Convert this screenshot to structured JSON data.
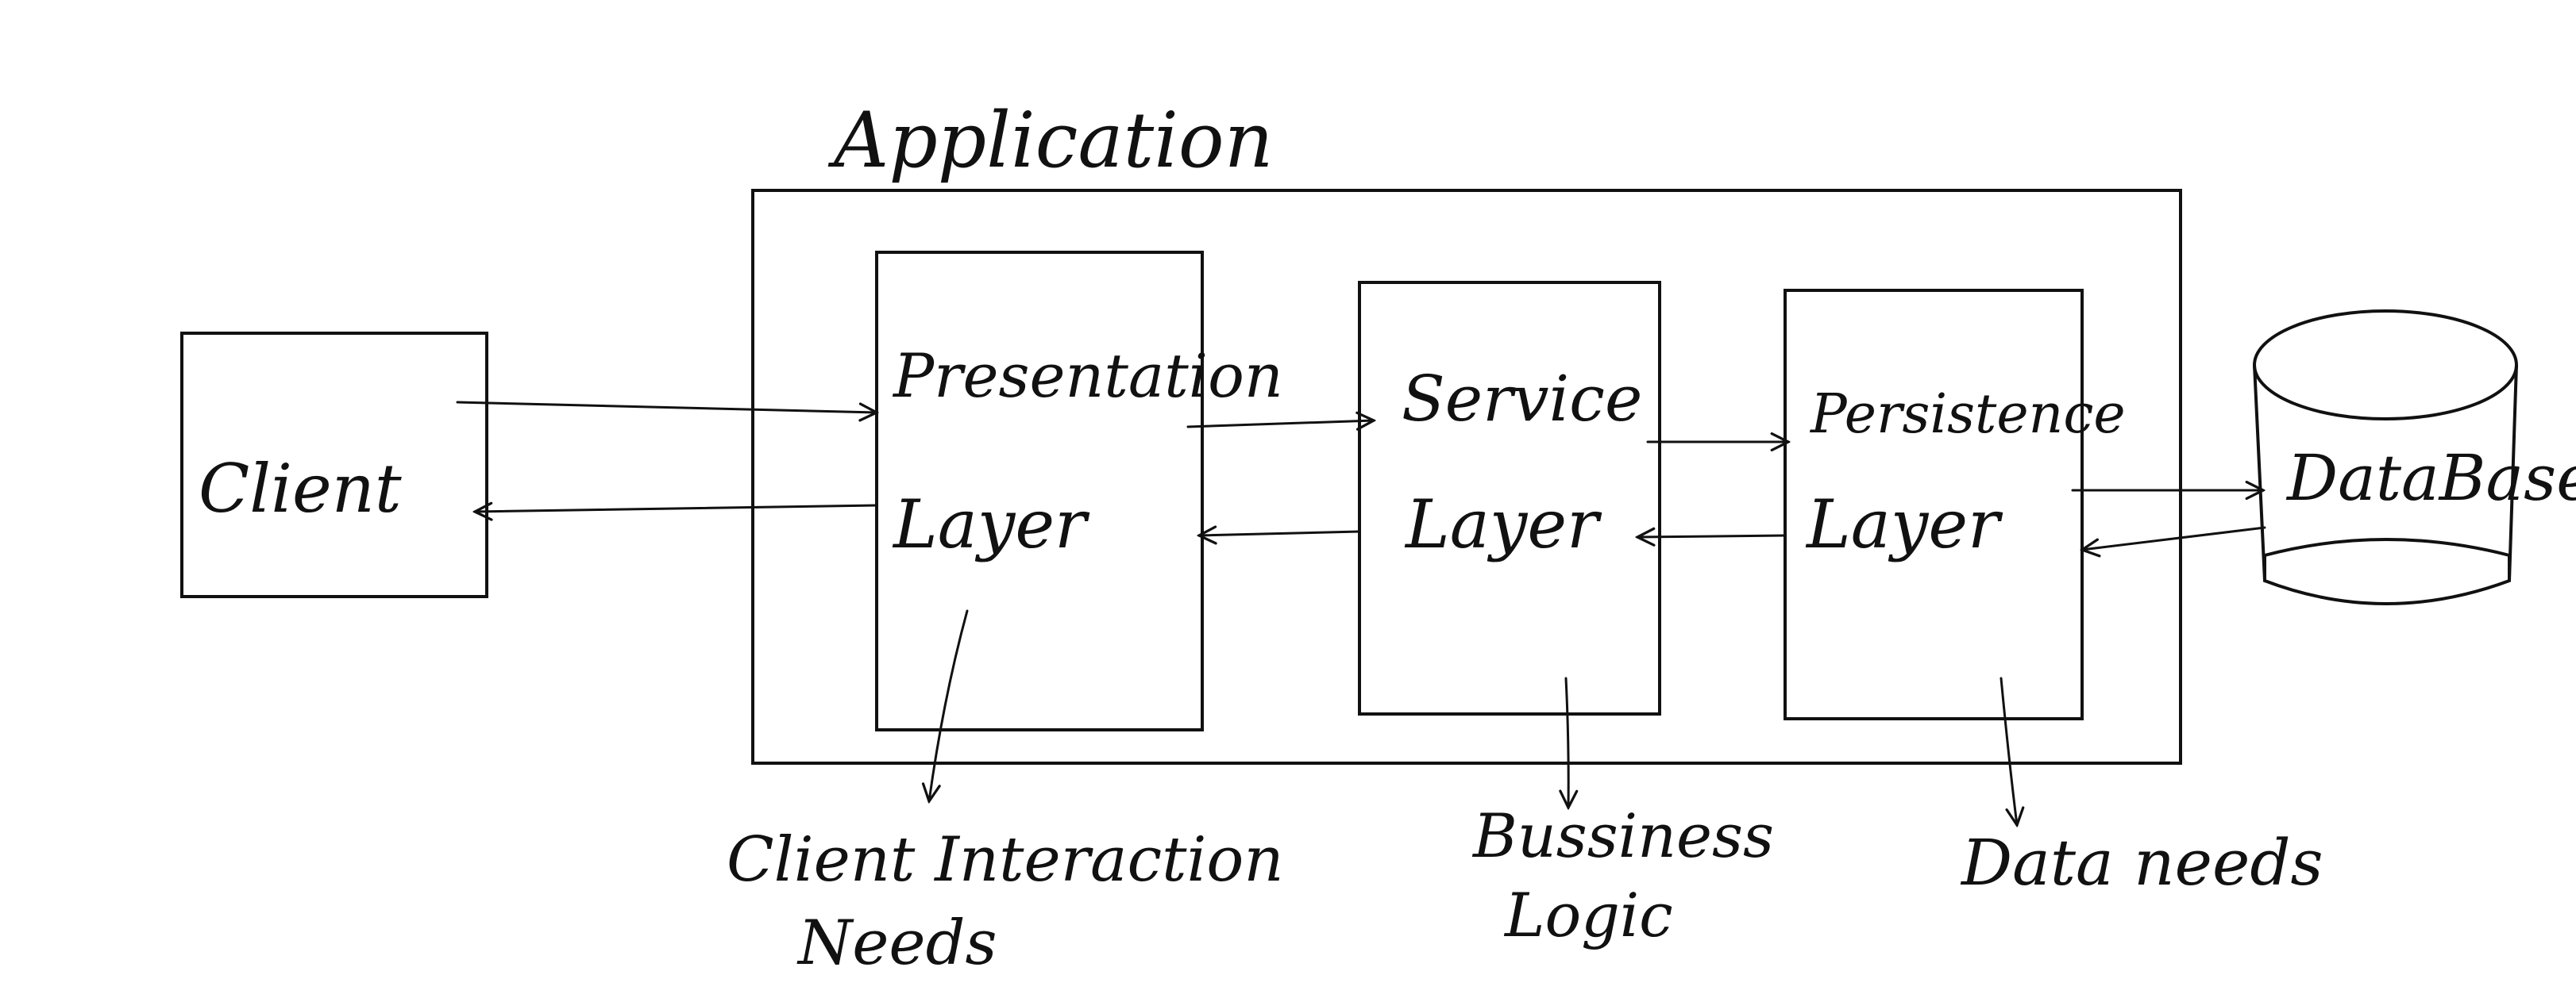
{
  "application": {
    "label": "Application"
  },
  "client": {
    "label": "Client"
  },
  "layers": [
    {
      "id": "presentation",
      "line1": "Presentation",
      "line2": "Layer",
      "note": [
        "Client Interaction",
        "Needs"
      ]
    },
    {
      "id": "service",
      "line1": "Service",
      "line2": "Layer",
      "note": [
        "Bussiness",
        "Logic"
      ]
    },
    {
      "id": "persistence",
      "line1": "Persistence",
      "line2": "Layer",
      "note": [
        "Data needs"
      ]
    }
  ],
  "database": {
    "label": "DataBase"
  },
  "colors": {
    "ink": "#111111",
    "background": "#ffffff"
  }
}
